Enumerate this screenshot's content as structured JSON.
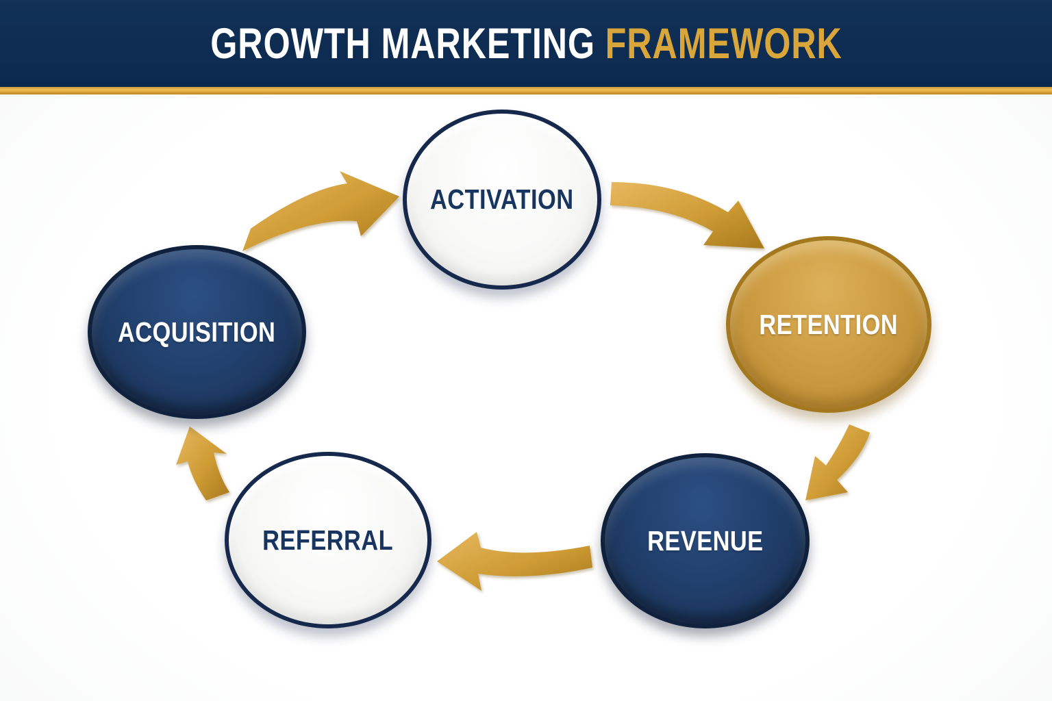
{
  "header": {
    "title_primary": "GROWTH MARKETING ",
    "title_accent": "FRAMEWORK",
    "bg_color": "#0e2c52",
    "accent_color": "#d9a63b",
    "strip_color": "#e0a83e"
  },
  "diagram": {
    "type": "cycle",
    "stages": [
      {
        "id": "activation",
        "label": "ACTIVATION",
        "style": "light",
        "position": "top-center"
      },
      {
        "id": "retention",
        "label": "RETENTION",
        "style": "gold",
        "position": "right"
      },
      {
        "id": "revenue",
        "label": "REVENUE",
        "style": "dark",
        "position": "bottom-right"
      },
      {
        "id": "referral",
        "label": "REFERRAL",
        "style": "light",
        "position": "bottom-left"
      },
      {
        "id": "acquisition",
        "label": "ACQUISITION",
        "style": "dark",
        "position": "left"
      }
    ],
    "flow": [
      {
        "from": "acquisition",
        "to": "activation"
      },
      {
        "from": "activation",
        "to": "retention"
      },
      {
        "from": "retention",
        "to": "revenue"
      },
      {
        "from": "revenue",
        "to": "referral"
      },
      {
        "from": "referral",
        "to": "acquisition"
      }
    ],
    "colors": {
      "navy_fill": "#21406d",
      "navy_border": "#10213d",
      "gold_fill": "#cc9c42",
      "gold_border": "#a3781f",
      "light_fill": "#f8f8f7",
      "light_border": "#16294d",
      "arrow_gold_light": "#e2b155",
      "arrow_gold_dark": "#ab7c1d",
      "label_navy": "#17355e",
      "label_white": "#ffffff"
    }
  }
}
